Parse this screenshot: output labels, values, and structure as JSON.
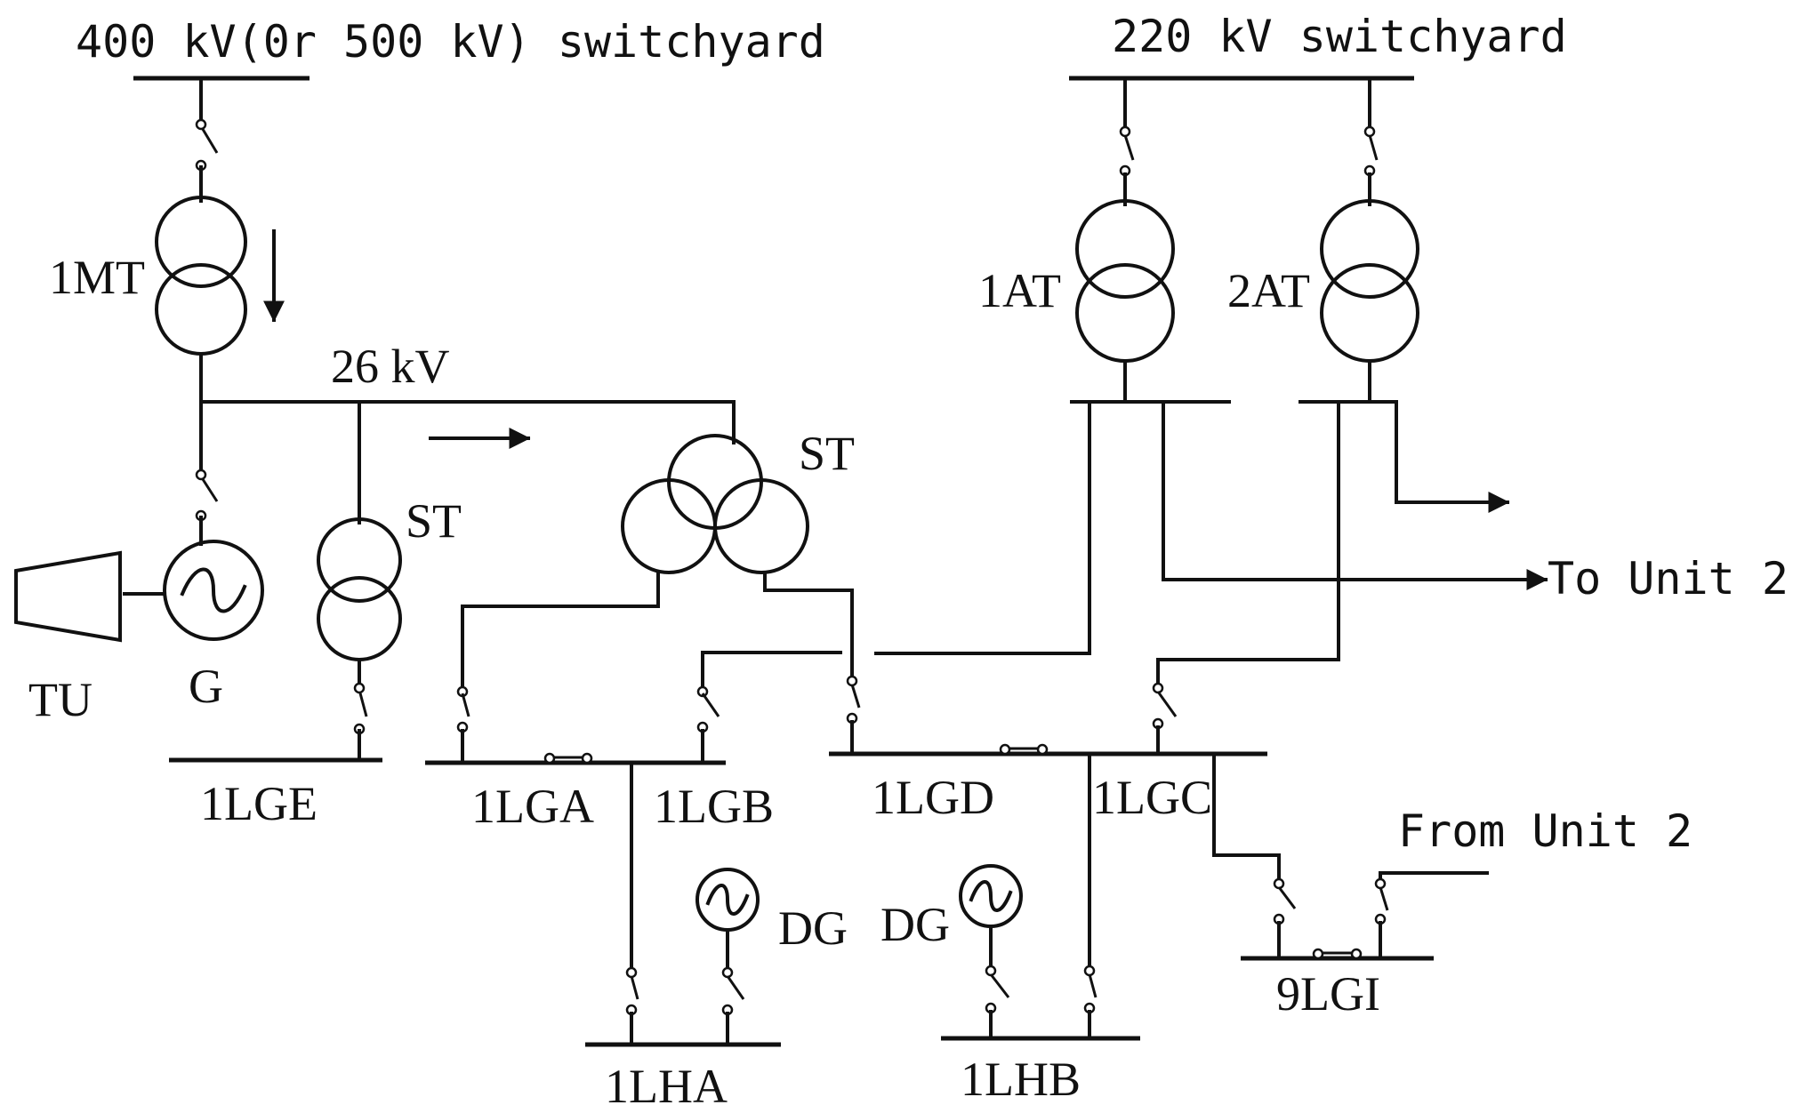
{
  "labels": {
    "hv_switchyard": "400 kV(0r 500 kV) switchyard",
    "mv_switchyard": "220 kV switchyard",
    "main_transformer": "1MT",
    "bus_voltage": "26 kV",
    "station_transformer_left": "ST",
    "station_transformer_three": "ST",
    "aux_transformer_1": "1AT",
    "aux_transformer_2": "2AT",
    "turbine": "TU",
    "generator": "G",
    "to_unit_2": "To Unit 2",
    "from_unit_2": "From Unit 2",
    "diesel_generator_1": "DG",
    "diesel_generator_2": "DG"
  },
  "buses": {
    "lge": "1LGE",
    "lga": "1LGA",
    "lgb": "1LGB",
    "lgd": "1LGD",
    "lgc": "1LGC",
    "lha": "1LHA",
    "lhb": "1LHB",
    "lgi": "9LGI"
  }
}
